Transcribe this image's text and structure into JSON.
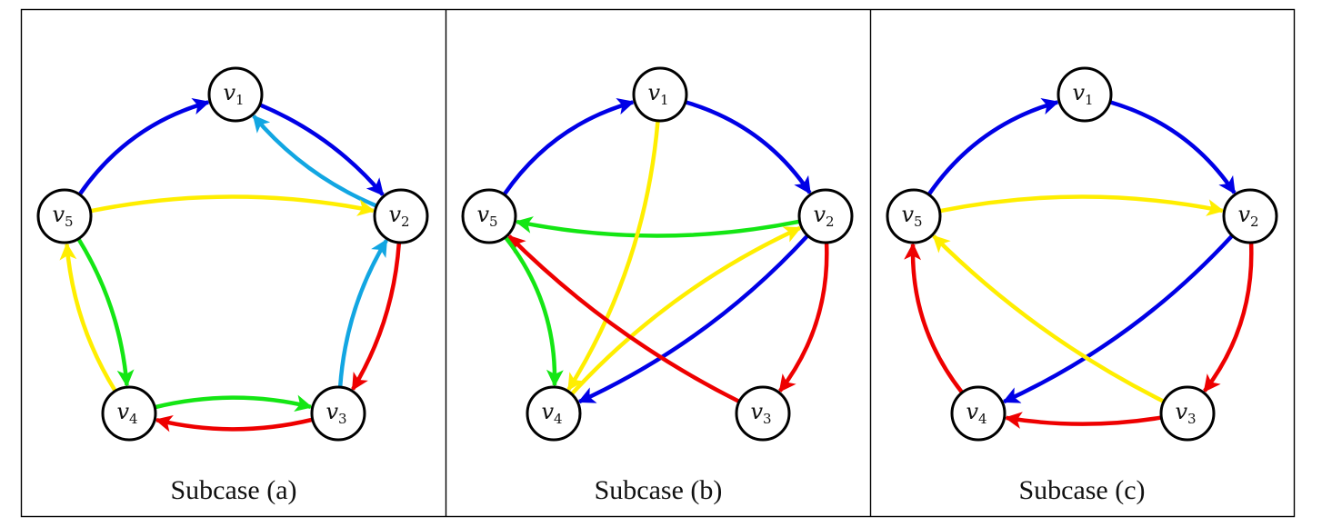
{
  "figure": {
    "panels": [
      {
        "id": "a",
        "caption": "Subcase (a)",
        "edges": [
          {
            "from": "v5",
            "to": "v1",
            "color": "blue",
            "bend": 0.18
          },
          {
            "from": "v1",
            "to": "v2",
            "color": "blue",
            "bend": 0.12
          },
          {
            "from": "v2",
            "to": "v1",
            "color": "cyan",
            "bend": 0.12
          },
          {
            "from": "v5",
            "to": "v2",
            "color": "yellow",
            "bend": 0.1
          },
          {
            "from": "v2",
            "to": "v3",
            "color": "red",
            "bend": 0.12
          },
          {
            "from": "v3",
            "to": "v2",
            "color": "cyan",
            "bend": 0.12
          },
          {
            "from": "v5",
            "to": "v4",
            "color": "green",
            "bend": 0.12
          },
          {
            "from": "v4",
            "to": "v5",
            "color": "yellow",
            "bend": 0.12
          },
          {
            "from": "v4",
            "to": "v3",
            "color": "green",
            "bend": 0.12
          },
          {
            "from": "v3",
            "to": "v4",
            "color": "red",
            "bend": 0.12
          }
        ]
      },
      {
        "id": "b",
        "caption": "Subcase (b)",
        "edges": [
          {
            "from": "v5",
            "to": "v1",
            "color": "blue",
            "bend": 0.18
          },
          {
            "from": "v1",
            "to": "v2",
            "color": "blue",
            "bend": 0.18
          },
          {
            "from": "v2",
            "to": "v5",
            "color": "green",
            "bend": 0.1
          },
          {
            "from": "v1",
            "to": "v4",
            "color": "yellow",
            "bend": 0.12
          },
          {
            "from": "v4",
            "to": "v2",
            "color": "yellow",
            "bend": 0.1
          },
          {
            "from": "v2",
            "to": "v4",
            "color": "blue",
            "bend": 0.1
          },
          {
            "from": "v2",
            "to": "v3",
            "color": "red",
            "bend": 0.18
          },
          {
            "from": "v3",
            "to": "v5",
            "color": "red",
            "bend": 0.08
          },
          {
            "from": "v5",
            "to": "v4",
            "color": "green",
            "bend": 0.18
          }
        ]
      },
      {
        "id": "c",
        "caption": "Subcase (c)",
        "edges": [
          {
            "from": "v5",
            "to": "v1",
            "color": "blue",
            "bend": 0.18
          },
          {
            "from": "v1",
            "to": "v2",
            "color": "blue",
            "bend": 0.18
          },
          {
            "from": "v5",
            "to": "v2",
            "color": "yellow",
            "bend": 0.1
          },
          {
            "from": "v2",
            "to": "v4",
            "color": "blue",
            "bend": 0.1
          },
          {
            "from": "v2",
            "to": "v3",
            "color": "red",
            "bend": 0.18
          },
          {
            "from": "v3",
            "to": "v5",
            "color": "yellow",
            "bend": 0.08
          },
          {
            "from": "v3",
            "to": "v4",
            "color": "red",
            "bend": 0.08
          },
          {
            "from": "v4",
            "to": "v5",
            "color": "red",
            "bend": 0.18
          }
        ]
      }
    ],
    "nodes": [
      {
        "id": "v1",
        "base": "v",
        "sub": "1"
      },
      {
        "id": "v2",
        "base": "v",
        "sub": "2"
      },
      {
        "id": "v3",
        "base": "v",
        "sub": "3"
      },
      {
        "id": "v4",
        "base": "v",
        "sub": "4"
      },
      {
        "id": "v5",
        "base": "v",
        "sub": "5"
      }
    ],
    "colors": {
      "blue": "#0000e6",
      "cyan": "#12a6e2",
      "yellow": "#ffee00",
      "green": "#14e614",
      "red": "#ee0000"
    }
  }
}
